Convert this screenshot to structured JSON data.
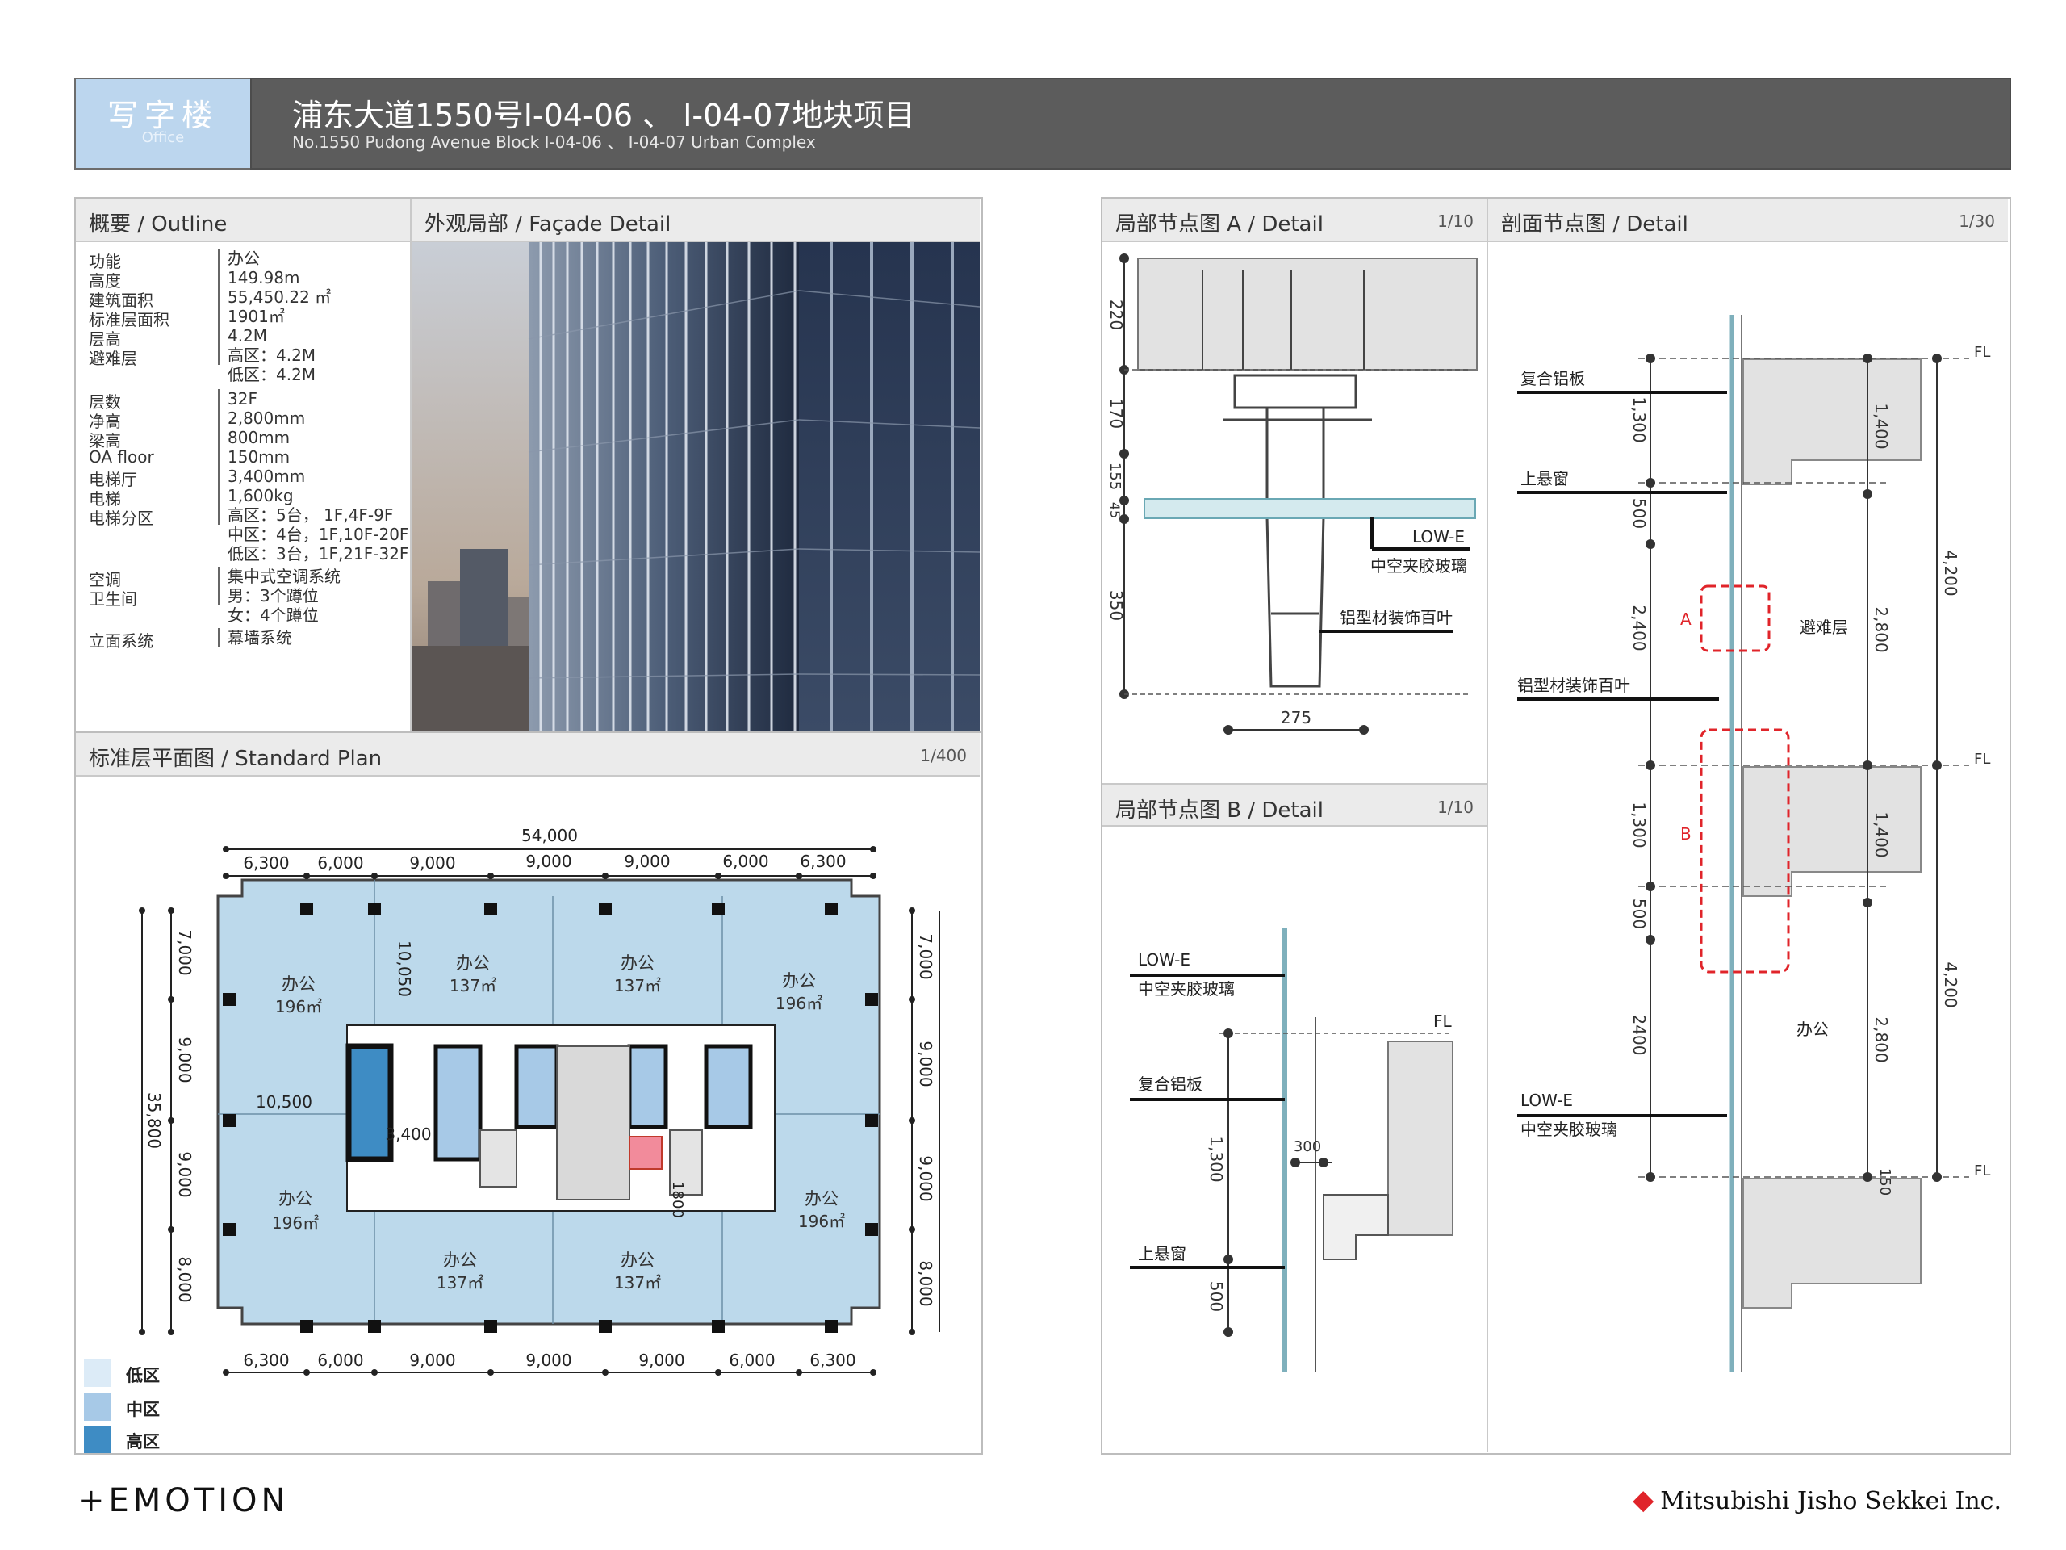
{
  "header": {
    "tag_zh": "写字楼",
    "tag_en": "Office",
    "title": "浦东大道1550号I-04-06 、 I-04-07地块项目",
    "subtitle": "No.1550 Pudong Avenue Block I-04-06 、 I-04-07 Urban Complex"
  },
  "outline": {
    "title": "概要 / Outline",
    "specs": [
      {
        "label": "功能",
        "value": "办公"
      },
      {
        "label": "高度",
        "value": "149.98m"
      },
      {
        "label": "建筑面积",
        "value": "55,450.22 ㎡"
      },
      {
        "label": "标准层面积",
        "value": "1901㎡"
      },
      {
        "label": "层高",
        "value": "4.2M"
      },
      {
        "label": "避难层",
        "value": "高区：4.2M"
      },
      {
        "label": "",
        "value": "低区：4.2M"
      },
      {
        "label": "层数",
        "value": "32F"
      },
      {
        "label": "净高",
        "value": "2,800mm"
      },
      {
        "label": "梁高",
        "value": "800mm"
      },
      {
        "label": "OA floor",
        "value": "150mm"
      },
      {
        "label": "电梯厅",
        "value": "3,400mm"
      },
      {
        "label": "电梯",
        "value": "1,600kg"
      },
      {
        "label": "电梯分区",
        "value": "高区：5台， 1F,4F-9F"
      },
      {
        "label": "",
        "value": "中区：4台，1F,10F-20F"
      },
      {
        "label": "",
        "value": "低区：3台，1F,21F-32F"
      },
      {
        "label": "空调",
        "value": "集中式空调系统"
      },
      {
        "label": "卫生间",
        "value": "男：3个蹲位"
      },
      {
        "label": "",
        "value": "女：4个蹲位"
      },
      {
        "label": "立面系统",
        "value": "幕墙系统"
      }
    ]
  },
  "facade": {
    "title": "外观局部 / Façade Detail"
  },
  "plan": {
    "title": "标准层平面图 / Standard Plan",
    "scale": "1/400",
    "overall": "54,000",
    "spans": [
      "6,300",
      "6,000",
      "9,000",
      "9,000",
      "9,000",
      "6,000",
      "6,300"
    ],
    "bays_left": [
      "7,000",
      "9,000",
      "9,000",
      "8,000"
    ],
    "bays_right": [
      "7,000",
      "9,000",
      "9,000",
      "8,000"
    ],
    "depth": "35,800",
    "core_dims": [
      "10,050",
      "10,500",
      "3,400",
      "1800"
    ],
    "rooms": [
      {
        "name": "办公",
        "area": "196㎡"
      },
      {
        "name": "办公",
        "area": "137㎡"
      },
      {
        "name": "办公",
        "area": "137㎡"
      },
      {
        "name": "办公",
        "area": "196㎡"
      },
      {
        "name": "办公",
        "area": "196㎡"
      },
      {
        "name": "办公",
        "area": "196㎡"
      },
      {
        "name": "办公",
        "area": "137㎡"
      },
      {
        "name": "办公",
        "area": "137㎡"
      }
    ],
    "legend": [
      {
        "label": "低区",
        "color": "#dcebf7"
      },
      {
        "label": "中区",
        "color": "#a7c9e7"
      },
      {
        "label": "高区",
        "color": "#3e8cc4"
      }
    ]
  },
  "detail_a": {
    "title": "局部节点图 A / Detail",
    "scale": "1/10",
    "dims": [
      "220",
      "170",
      "155",
      "45",
      "350",
      "275"
    ],
    "labels": [
      "LOW-E",
      "中空夹胶玻璃",
      "铝型材装饰百叶"
    ]
  },
  "detail_b": {
    "title": "局部节点图 B / Detail",
    "scale": "1/10",
    "labels": [
      "LOW-E",
      "中空夹胶玻璃",
      "FL",
      "复合铝板",
      "上悬窗"
    ],
    "dims": [
      "1,300",
      "300",
      "500"
    ]
  },
  "section": {
    "title": "剖面节点图 / Detail",
    "scale": "1/30",
    "labels": [
      "复合铝板",
      "上悬窗",
      "铝型材装饰百叶",
      "LOW-E",
      "中空夹胶玻璃",
      "避难层",
      "办公"
    ],
    "left_dims": [
      "1,300",
      "500",
      "2,400",
      "1,300",
      "500",
      "2400"
    ],
    "right_dims": [
      "1,400",
      "2,800",
      "1,400",
      "2,800",
      "150"
    ],
    "far_dims": [
      "4,200",
      "4,200"
    ],
    "fl": [
      "FL",
      "FL",
      "FL"
    ],
    "markers": [
      "A",
      "B"
    ]
  },
  "footer": {
    "brand": "+EMOTION",
    "company": "Mitsubishi Jisho Sekkei Inc."
  }
}
